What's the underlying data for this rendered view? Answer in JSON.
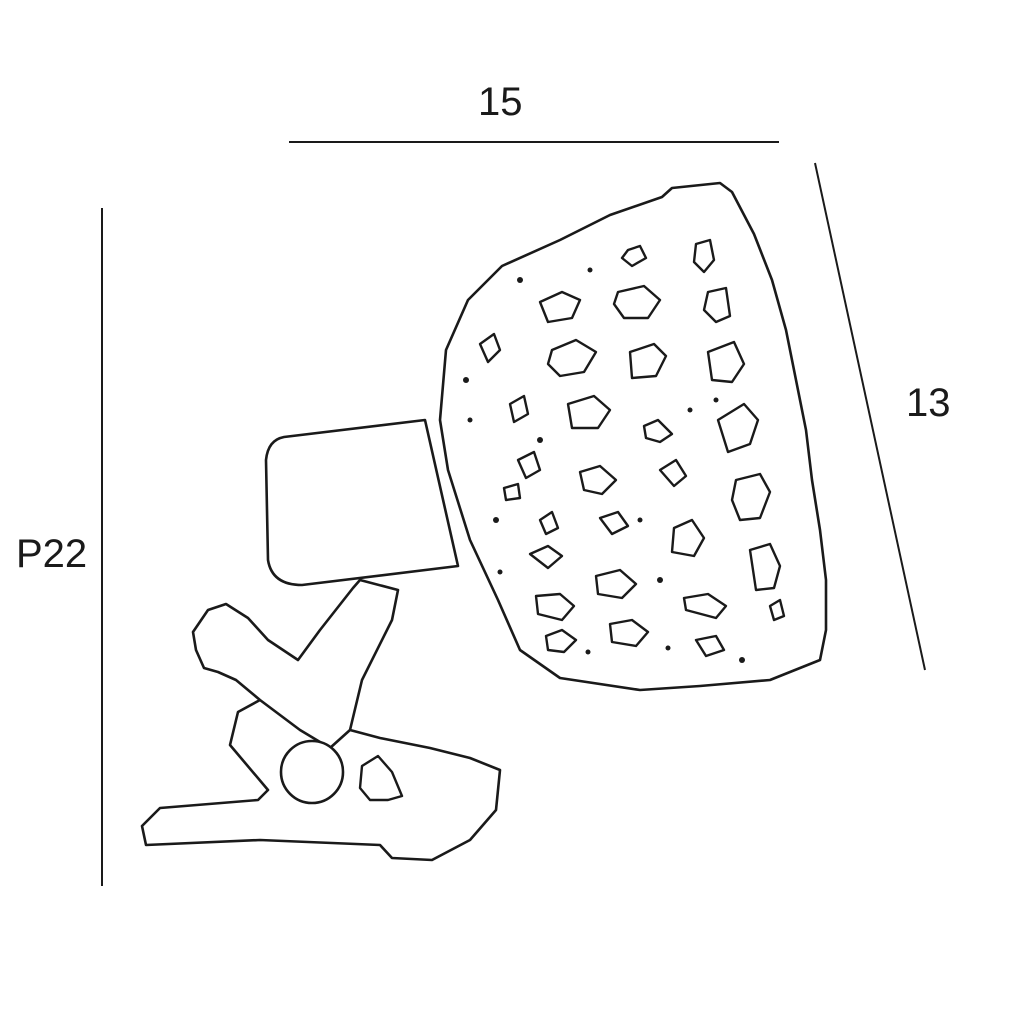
{
  "drawing": {
    "dimensions": {
      "width": "15",
      "height": "13",
      "depth": "P22"
    },
    "line_color": "#1a1a1a",
    "background": "#ffffff"
  }
}
